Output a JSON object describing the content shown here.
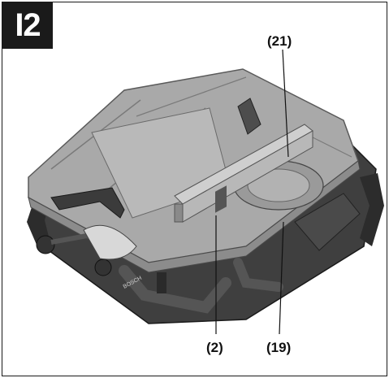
{
  "figure": {
    "label": "I2"
  },
  "callouts": [
    {
      "text": "(21)"
    },
    {
      "text": "(2)"
    },
    {
      "text": "(19)"
    }
  ],
  "illustration": {
    "subject": "table saw",
    "brand_mark": "BOSCH",
    "colors": {
      "tabletop": "#a9a9a9",
      "frame": "#3f3f3f",
      "fence": "#cfcfcf",
      "ink": "#111111"
    }
  }
}
